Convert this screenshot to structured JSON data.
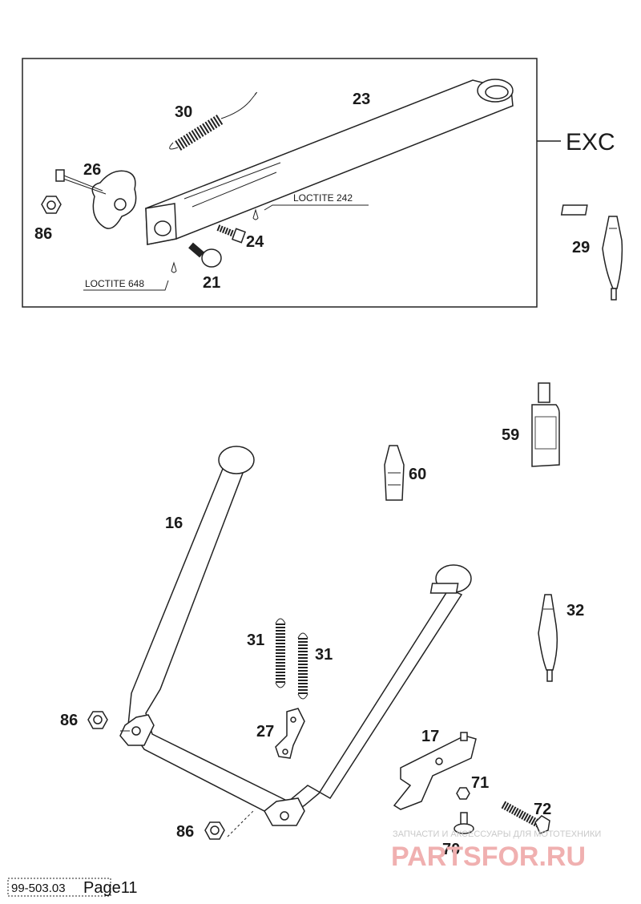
{
  "callouts": {
    "c30": "30",
    "c23": "23",
    "c26": "26",
    "c86a": "86",
    "c24": "24",
    "c21": "21",
    "c29": "29",
    "c59": "59",
    "c60": "60",
    "c16": "16",
    "c32": "32",
    "c31a": "31",
    "c31b": "31",
    "c86b": "86",
    "c27": "27",
    "c17": "17",
    "c71": "71",
    "c72": "72",
    "c86c": "86",
    "c70": "70"
  },
  "labels": {
    "loctite_242": "LOCTITE 242",
    "loctite_648": "LOCTITE 648",
    "variant": "EXC"
  },
  "watermark": {
    "caption": "ЗАПЧАСТИ И АКСЕССУАРЫ ДЛЯ МОТОТЕХНИКИ",
    "brand": "PARTSFOR.RU"
  },
  "footer": {
    "code": "99-503.03",
    "page": "Page11"
  }
}
